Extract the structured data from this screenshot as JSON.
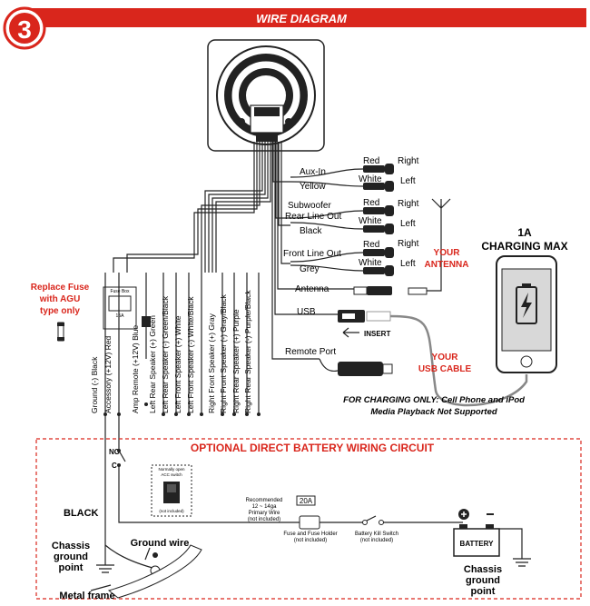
{
  "header": {
    "step_number": "3",
    "title": "WIRE DIAGRAM",
    "accent_color": "#d9261c"
  },
  "rca": {
    "aux_in": "Aux-In",
    "yellow": "Yellow",
    "subwoofer": "Subwoofer",
    "rear_line_out": "Rear Line Out",
    "black": "Black",
    "front_line_out": "Front Line Out",
    "grey": "Grey",
    "red": "Red",
    "white": "White",
    "right": "Right",
    "left": "Left",
    "antenna": "Antenna",
    "usb": "USB",
    "insert": "INSERT",
    "remote_port": "Remote Port"
  },
  "callouts": {
    "your_antenna_1": "YOUR",
    "your_antenna_2": "ANTENNA",
    "charging_1": "1A",
    "charging_2": "CHARGING MAX",
    "usb_cable_1": "YOUR",
    "usb_cable_2": "USB CABLE",
    "charging_note_1": "FOR CHARGING ONLY: Cell Phone and iPod",
    "charging_note_2": "Media Playback Not Supported",
    "fuse_1": "Replace Fuse",
    "fuse_2": "with AGU",
    "fuse_3": "type only",
    "fuse_box": "Fuse Box",
    "fuse_amp": "15A"
  },
  "harness_wires": [
    "Ground (-)  Black",
    "Accessory (+12V)  Red",
    "Amp Remote (+12V)  Blue",
    "Left Rear Speaker (+)  Green",
    "Left Rear Speaker (-)  Green/Black",
    "Left Front Speaker (+)  White",
    "Left Front Speaker (-)  White/Black",
    "Right Front Speaker (+)  Gray",
    "Right Front Speaker (-)  Gray/Black",
    "Right Rear Speaker (+)  Purple",
    "Right Rear Speaker (-)  Purple/Black"
  ],
  "battery_circuit": {
    "title": "OPTIONAL DIRECT BATTERY WIRING CIRCUIT",
    "no": "NO",
    "c": "C",
    "black": "BLACK",
    "acc_switch_1": "Normally open",
    "acc_switch_2": "ACC switch",
    "not_included": "(not included)",
    "recommended_1": "Recommended",
    "recommended_2": "12 ~ 14ga",
    "recommended_3": "Primary Wire",
    "recommended_4": "(not included)",
    "fuse_amp": "20A",
    "fuse_holder_1": "Fuse and Fuse Holder",
    "fuse_holder_2": "(not included)",
    "kill_switch_1": "Battery Kill Switch",
    "kill_switch_2": "(not included)",
    "battery": "BATTERY",
    "chassis_1": "Chassis",
    "chassis_2": "ground",
    "chassis_3": "point",
    "ground_wire": "Ground wire",
    "metal_frame": "Metal frame",
    "chassis_r_1": "Chassis",
    "chassis_r_2": "ground",
    "chassis_r_3": "point"
  }
}
